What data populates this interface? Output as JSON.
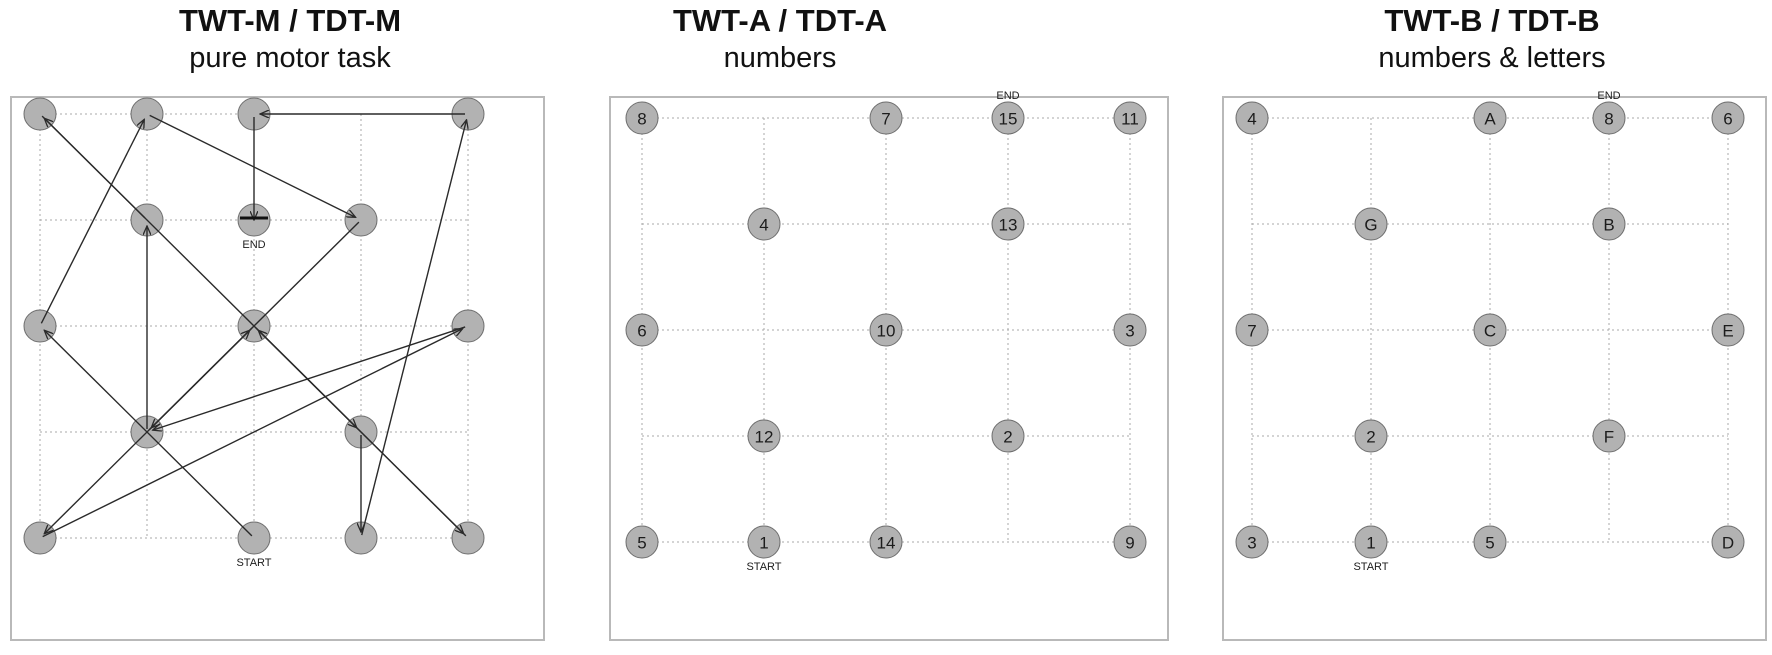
{
  "panels": [
    {
      "id": "twt-m",
      "title": "TWT-M / TDT-M",
      "subtitle": "pure motor task",
      "grid": {
        "cols": 5,
        "rows": 5
      },
      "start_label": "START",
      "end_label": "END",
      "nodes": [
        {
          "col": 0,
          "row": 0,
          "label": ""
        },
        {
          "col": 1,
          "row": 0,
          "label": ""
        },
        {
          "col": 2,
          "row": 0,
          "label": ""
        },
        {
          "col": 4,
          "row": 0,
          "label": ""
        },
        {
          "col": 1,
          "row": 1,
          "label": ""
        },
        {
          "col": 2,
          "row": 1,
          "label": ""
        },
        {
          "col": 3,
          "row": 1,
          "label": ""
        },
        {
          "col": 0,
          "row": 2,
          "label": ""
        },
        {
          "col": 2,
          "row": 2,
          "label": ""
        },
        {
          "col": 4,
          "row": 2,
          "label": ""
        },
        {
          "col": 1,
          "row": 3,
          "label": ""
        },
        {
          "col": 3,
          "row": 3,
          "label": ""
        },
        {
          "col": 0,
          "row": 4,
          "label": ""
        },
        {
          "col": 2,
          "row": 4,
          "label": ""
        },
        {
          "col": 3,
          "row": 4,
          "label": ""
        },
        {
          "col": 4,
          "row": 4,
          "label": ""
        }
      ],
      "start": {
        "col": 2,
        "row": 4
      },
      "end": {
        "col": 2,
        "row": 1
      },
      "path": [
        {
          "col": 2,
          "row": 4
        },
        {
          "col": 0,
          "row": 2
        },
        {
          "col": 1,
          "row": 0
        },
        {
          "col": 3,
          "row": 1
        },
        {
          "col": 1,
          "row": 3
        },
        {
          "col": 1,
          "row": 1
        },
        {
          "col": 0,
          "row": 0
        },
        {
          "col": 4,
          "row": 4
        },
        {
          "col": 2,
          "row": 2
        },
        {
          "col": 0,
          "row": 4
        },
        {
          "col": 4,
          "row": 2
        },
        {
          "col": 1,
          "row": 3
        },
        {
          "col": 2,
          "row": 2
        },
        {
          "col": 3,
          "row": 3
        },
        {
          "col": 3,
          "row": 4
        },
        {
          "col": 4,
          "row": 0
        },
        {
          "col": 2,
          "row": 0
        },
        {
          "col": 2,
          "row": 1
        }
      ]
    },
    {
      "id": "twt-a",
      "title": "TWT-A / TDT-A",
      "subtitle": "numbers",
      "grid": {
        "cols": 5,
        "rows": 5
      },
      "start_label": "START",
      "end_label": "END",
      "nodes": [
        {
          "col": 0,
          "row": 0,
          "label": "8"
        },
        {
          "col": 2,
          "row": 0,
          "label": "7"
        },
        {
          "col": 3,
          "row": 0,
          "label": "15"
        },
        {
          "col": 4,
          "row": 0,
          "label": "11"
        },
        {
          "col": 1,
          "row": 1,
          "label": "4"
        },
        {
          "col": 3,
          "row": 1,
          "label": "13"
        },
        {
          "col": 0,
          "row": 2,
          "label": "6"
        },
        {
          "col": 2,
          "row": 2,
          "label": "10"
        },
        {
          "col": 4,
          "row": 2,
          "label": "3"
        },
        {
          "col": 1,
          "row": 3,
          "label": "12"
        },
        {
          "col": 3,
          "row": 3,
          "label": "2"
        },
        {
          "col": 0,
          "row": 4,
          "label": "5"
        },
        {
          "col": 1,
          "row": 4,
          "label": "1"
        },
        {
          "col": 2,
          "row": 4,
          "label": "14"
        },
        {
          "col": 4,
          "row": 4,
          "label": "9"
        }
      ],
      "start": {
        "col": 1,
        "row": 4
      },
      "end": {
        "col": 3,
        "row": 0
      },
      "path": []
    },
    {
      "id": "twt-b",
      "title": "TWT-B / TDT-B",
      "subtitle": "numbers & letters",
      "grid": {
        "cols": 5,
        "rows": 5
      },
      "start_label": "START",
      "end_label": "END",
      "nodes": [
        {
          "col": 0,
          "row": 0,
          "label": "4"
        },
        {
          "col": 2,
          "row": 0,
          "label": "A"
        },
        {
          "col": 3,
          "row": 0,
          "label": "8"
        },
        {
          "col": 4,
          "row": 0,
          "label": "6"
        },
        {
          "col": 1,
          "row": 1,
          "label": "G"
        },
        {
          "col": 3,
          "row": 1,
          "label": "B"
        },
        {
          "col": 0,
          "row": 2,
          "label": "7"
        },
        {
          "col": 2,
          "row": 2,
          "label": "C"
        },
        {
          "col": 4,
          "row": 2,
          "label": "E"
        },
        {
          "col": 1,
          "row": 3,
          "label": "2"
        },
        {
          "col": 3,
          "row": 3,
          "label": "F"
        },
        {
          "col": 0,
          "row": 4,
          "label": "3"
        },
        {
          "col": 1,
          "row": 4,
          "label": "1"
        },
        {
          "col": 2,
          "row": 4,
          "label": "5"
        },
        {
          "col": 4,
          "row": 4,
          "label": "D"
        }
      ],
      "start": {
        "col": 1,
        "row": 4
      },
      "end": {
        "col": 3,
        "row": 0
      },
      "path": []
    }
  ]
}
